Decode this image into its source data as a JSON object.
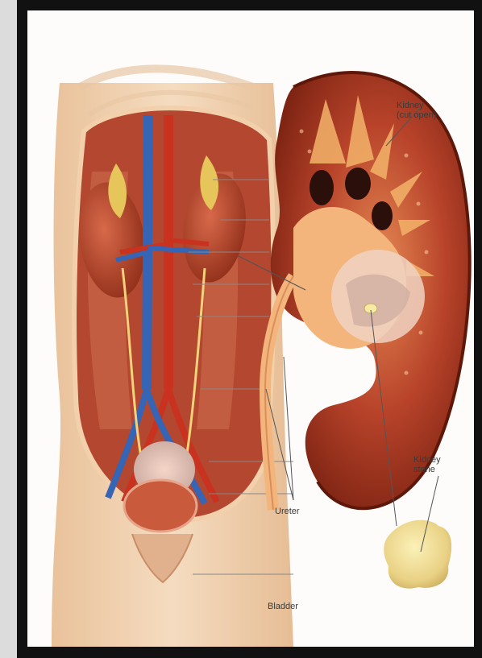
{
  "labels": {
    "kidney_cut_open": "Kidney\n(cut open)",
    "kidney_stone": "Kidney\nstone",
    "ureter": "Ureter",
    "bladder": "Bladder"
  },
  "colors": {
    "frame": "#111111",
    "background": "#fdfcfa",
    "skin": "#f1d6b6",
    "kidney_red": "#a4311d",
    "vein_blue": "#3565b4",
    "artery_red": "#c8321f",
    "stone_yellow": "#f0dc8c"
  }
}
